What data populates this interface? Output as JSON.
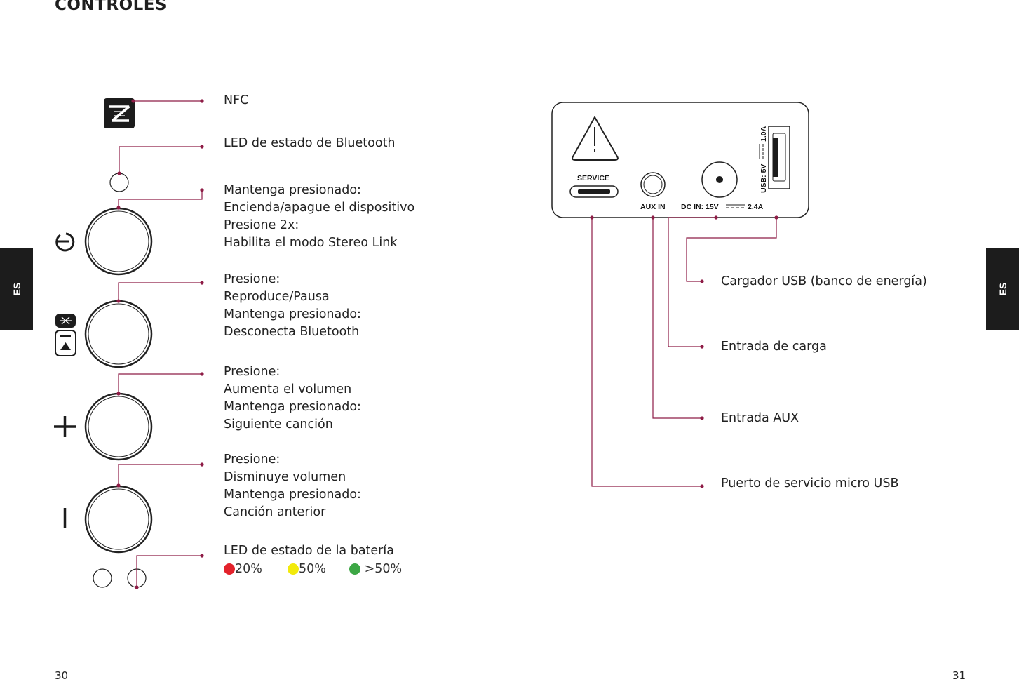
{
  "page": {
    "title": "CONTROLES",
    "lang_tab": "ES",
    "page_left": "30",
    "page_right": "31"
  },
  "controls": {
    "nfc": "NFC",
    "bt_led": "LED de estado de Bluetooth",
    "power": [
      "Mantenga presionado:",
      "Encienda/apague el dispositivo",
      "Presione 2x:",
      "Habilita el modo Stereo Link"
    ],
    "play": [
      "Presione:",
      "Reproduce/Pausa",
      "Mantenga presionado:",
      "Desconecta Bluetooth"
    ],
    "vol_up": [
      "Presione:",
      "Aumenta el volumen",
      "Mantenga presionado:",
      "Siguiente canción"
    ],
    "vol_down": [
      "Presione:",
      "Disminuye volumen",
      "Mantenga presionado:",
      "Canción anterior"
    ],
    "battery_led": "LED de estado de la batería",
    "battery_levels": [
      {
        "label": "20%",
        "color": "#e3222b"
      },
      {
        "label": "50%",
        "color": "#f2ea0c"
      },
      {
        "label": ">50%",
        "color": "#3da745"
      }
    ]
  },
  "ports": {
    "service": "SERVICE",
    "aux_in": "AUX IN",
    "dc_in": "DC IN: 15V",
    "dc_amp": "2.4A",
    "usb": "USB: 5V",
    "usb_amp": "1.0A",
    "labels": {
      "usb_charger": "Cargador USB (banco de energía)",
      "charge_input": "Entrada de carga",
      "aux_input": "Entrada AUX",
      "service_port": "Puerto de servicio micro USB"
    }
  },
  "colors": {
    "accent_line": "#8e1c46",
    "dark": "#1c1c1c"
  }
}
